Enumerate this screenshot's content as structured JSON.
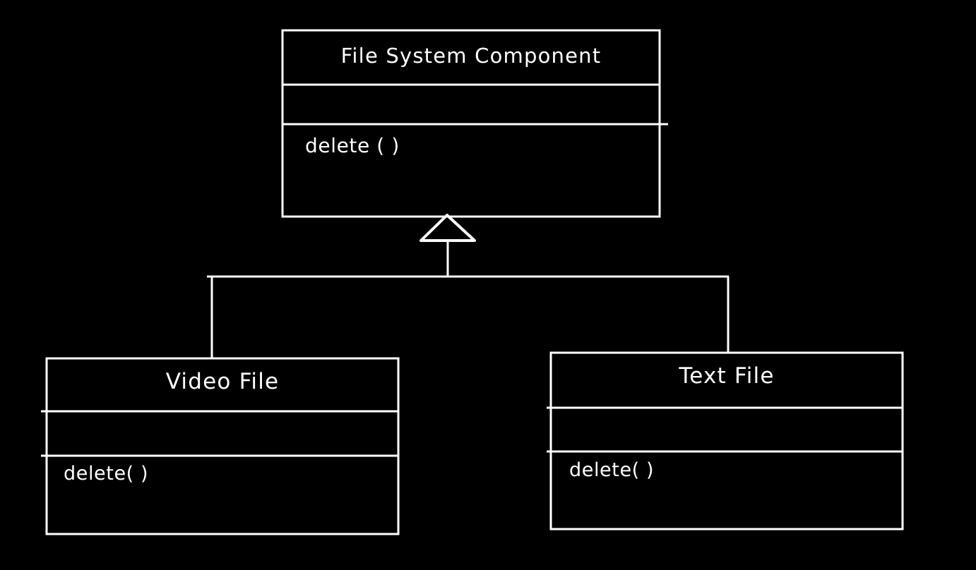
{
  "diagram": {
    "kind": "uml-class-diagram",
    "background_color": "#000000",
    "stroke_color": "#ffffff",
    "relationship": "generalization",
    "relationship_arrow": "hollow-triangle"
  },
  "classes": {
    "parent": {
      "name": "File System Component",
      "attributes": [],
      "methods": [
        "delete ( )"
      ],
      "method_text": "delete ( )"
    },
    "child_left": {
      "name": "Video File",
      "attributes": [],
      "methods": [
        "delete( )"
      ],
      "method_text": "delete( )"
    },
    "child_right": {
      "name": "Text File",
      "attributes": [],
      "methods": [
        "delete( )"
      ],
      "method_text": "delete( )"
    }
  }
}
